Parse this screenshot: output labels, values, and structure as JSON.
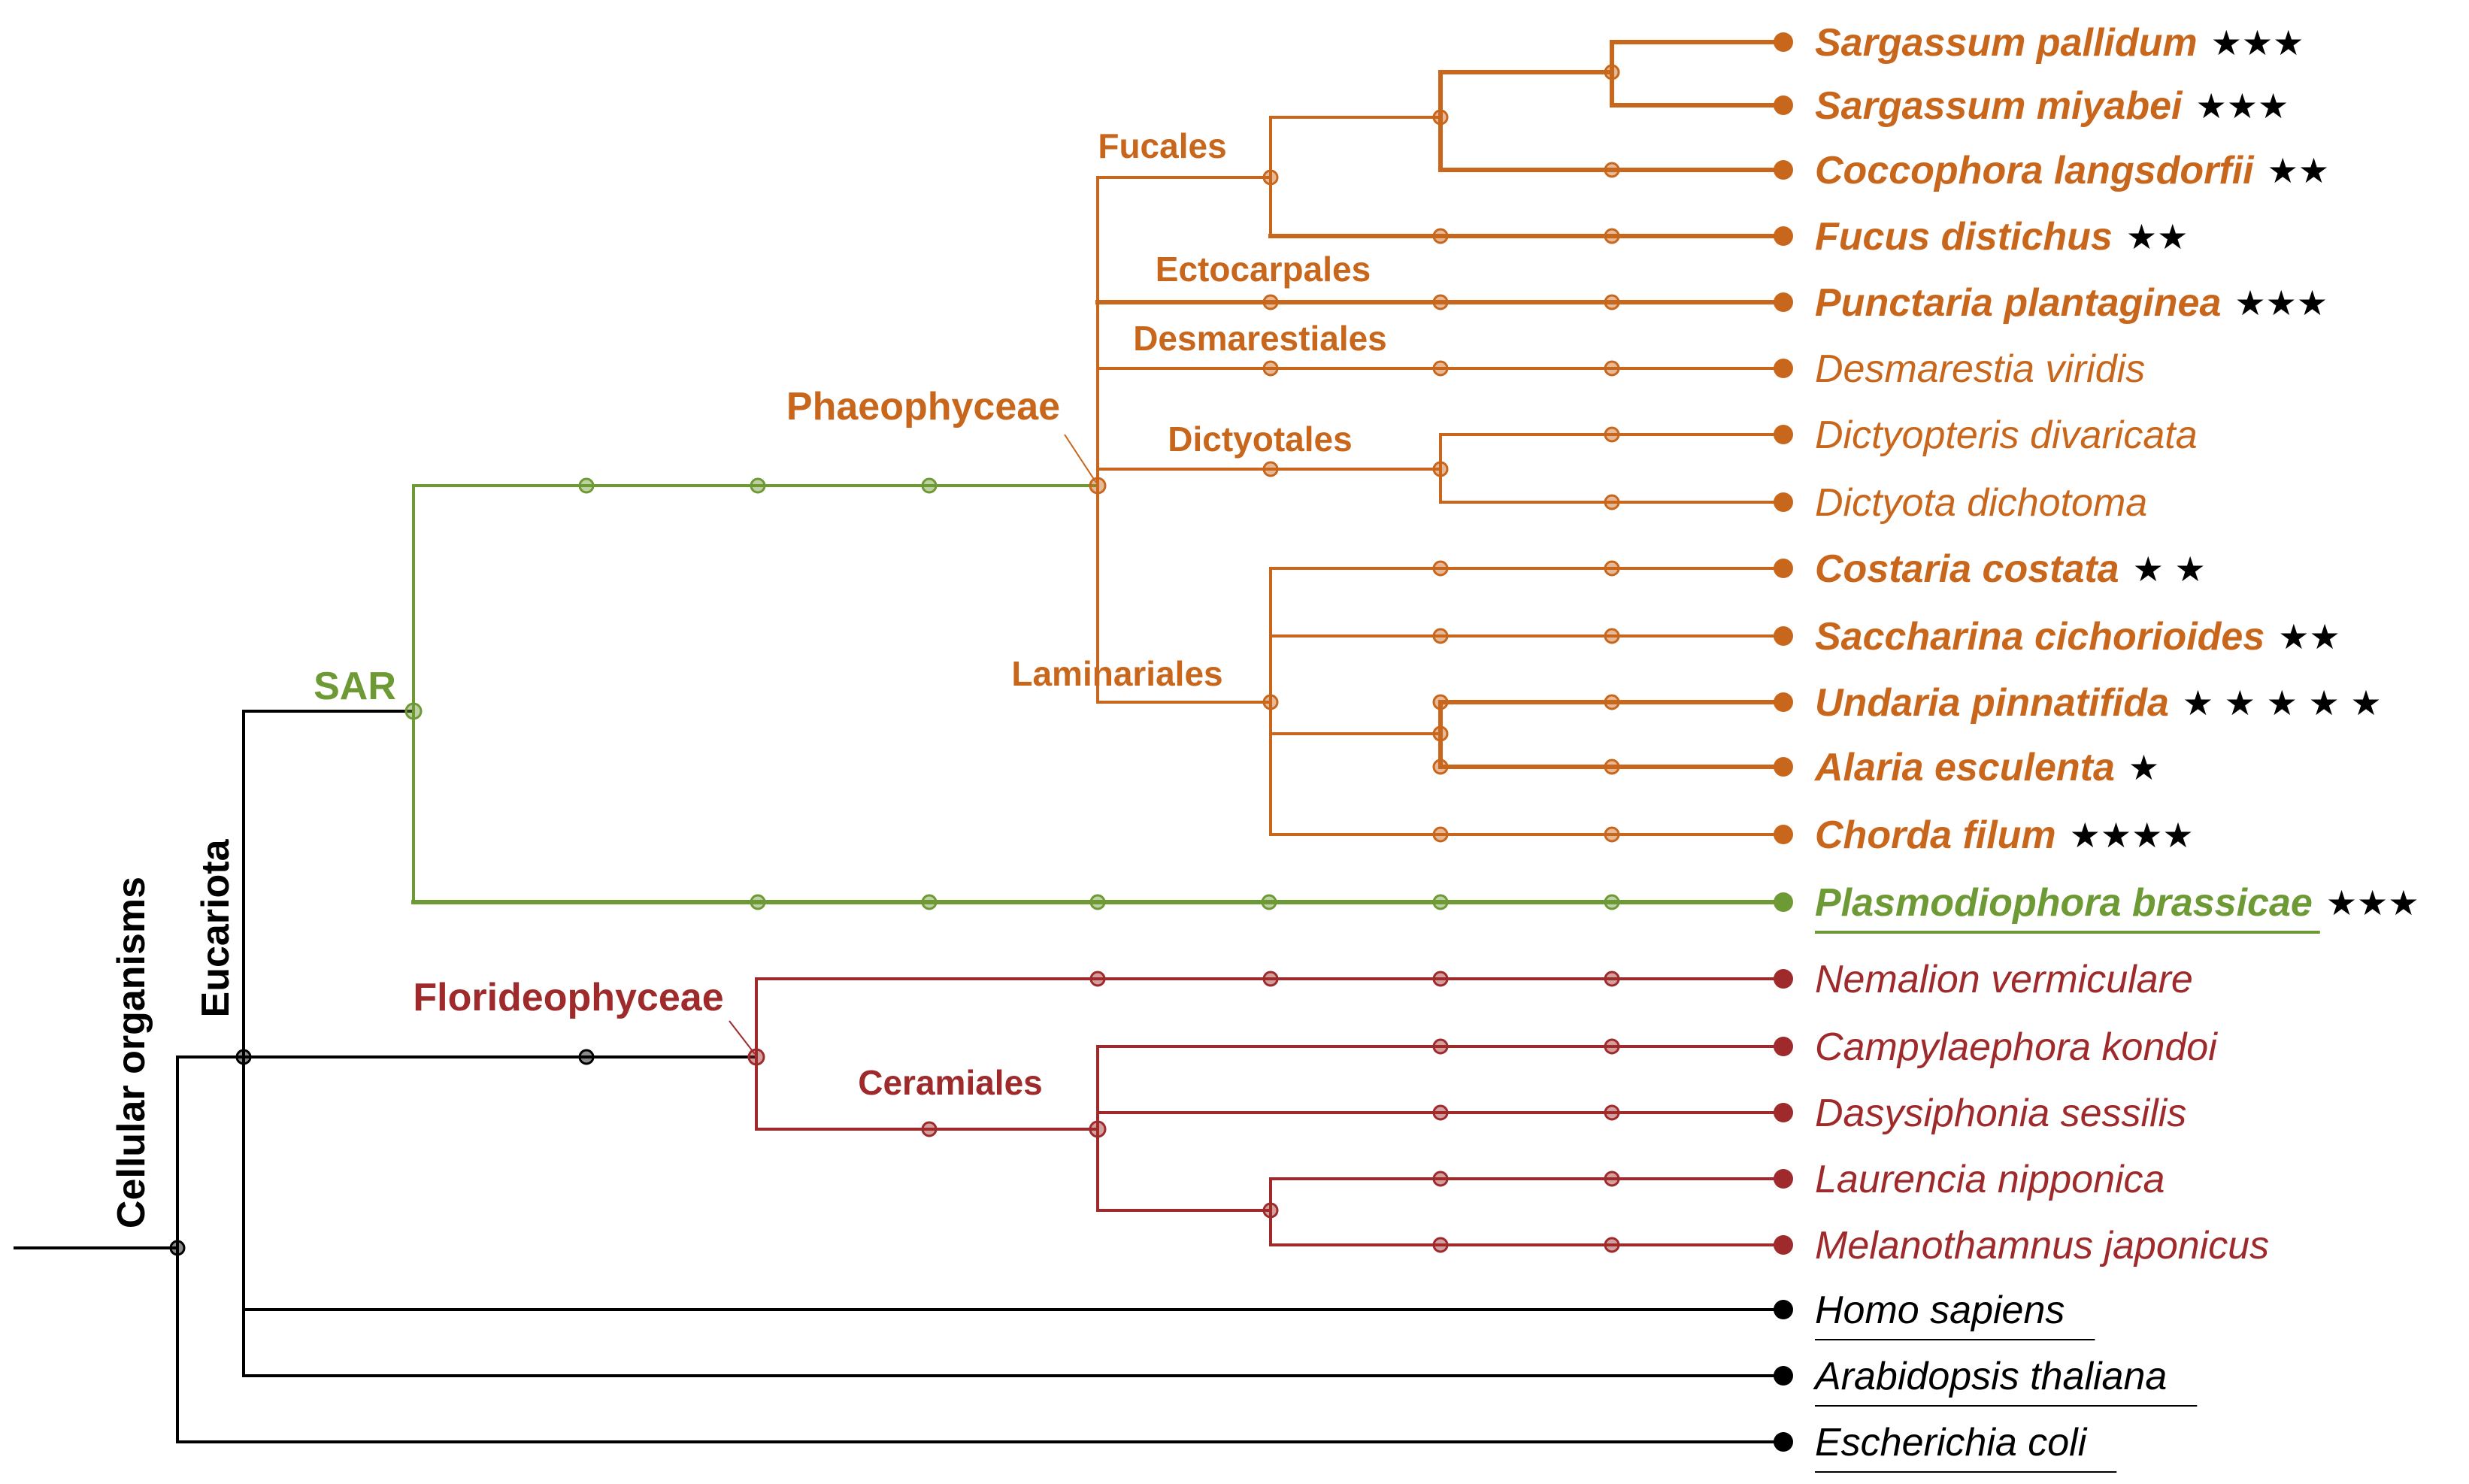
{
  "colors": {
    "brown": "#c8661c",
    "green": "#6e9a36",
    "red": "#9e2a2b",
    "black": "#000000"
  },
  "clades": {
    "root": "Cellular organisms",
    "eukaryota": "Eucariota",
    "sar": "SAR",
    "phaeophyceae": "Phaeophyceae",
    "fucales": "Fucales",
    "ectocarpales": "Ectocarpales",
    "desmarestiales": "Desmarestiales",
    "dictyotales": "Dictyotales",
    "laminariales": "Laminariales",
    "florideophyceae": "Florideophyceae",
    "ceramiales": "Ceramiales"
  },
  "taxa": [
    {
      "name": "Sargassum pallidum",
      "stars": "★★★",
      "bold": true,
      "group": "brown"
    },
    {
      "name": "Sargassum miyabei",
      "stars": "★★★",
      "bold": true,
      "group": "brown"
    },
    {
      "name": "Coccophora langsdorfii",
      "stars": "★★",
      "bold": true,
      "group": "brown"
    },
    {
      "name": "Fucus distichus",
      "stars": "★★",
      "bold": true,
      "group": "brown"
    },
    {
      "name": "Punctaria plantaginea",
      "stars": "★★★",
      "bold": true,
      "group": "brown"
    },
    {
      "name": "Desmarestia viridis",
      "stars": "",
      "bold": false,
      "group": "brown"
    },
    {
      "name": "Dictyopteris divaricata",
      "stars": "",
      "bold": false,
      "group": "brown"
    },
    {
      "name": "Dictyota dichotoma",
      "stars": "",
      "bold": false,
      "group": "brown"
    },
    {
      "name": "Costaria costata",
      "stars": "★ ★",
      "bold": true,
      "group": "brown"
    },
    {
      "name": "Saccharina cichorioides",
      "stars": "★★",
      "bold": true,
      "group": "brown"
    },
    {
      "name": "Undaria pinnatifida",
      "stars": "★ ★ ★ ★ ★",
      "bold": true,
      "group": "brown"
    },
    {
      "name": "Alaria esculenta",
      "stars": "★",
      "bold": true,
      "group": "brown"
    },
    {
      "name": "Chorda filum",
      "stars": "★★★★",
      "bold": true,
      "group": "brown"
    },
    {
      "name": "Plasmodiophora brassicae",
      "stars": "★★★",
      "bold": true,
      "group": "green"
    },
    {
      "name": "Nemalion vermiculare",
      "stars": "",
      "bold": false,
      "group": "red"
    },
    {
      "name": "Campylaephora kondoi",
      "stars": "",
      "bold": false,
      "group": "red"
    },
    {
      "name": "Dasysiphonia sessilis",
      "stars": "",
      "bold": false,
      "group": "red"
    },
    {
      "name": "Laurencia nipponica",
      "stars": "",
      "bold": false,
      "group": "red"
    },
    {
      "name": "Melanothamnus japonicus",
      "stars": "",
      "bold": false,
      "group": "red"
    },
    {
      "name": "Homo sapiens",
      "stars": "",
      "bold": false,
      "group": "black"
    },
    {
      "name": "Arabidopsis thaliana",
      "stars": "",
      "bold": false,
      "group": "black"
    },
    {
      "name": "Escherichia coli",
      "stars": "",
      "bold": false,
      "group": "black"
    }
  ]
}
